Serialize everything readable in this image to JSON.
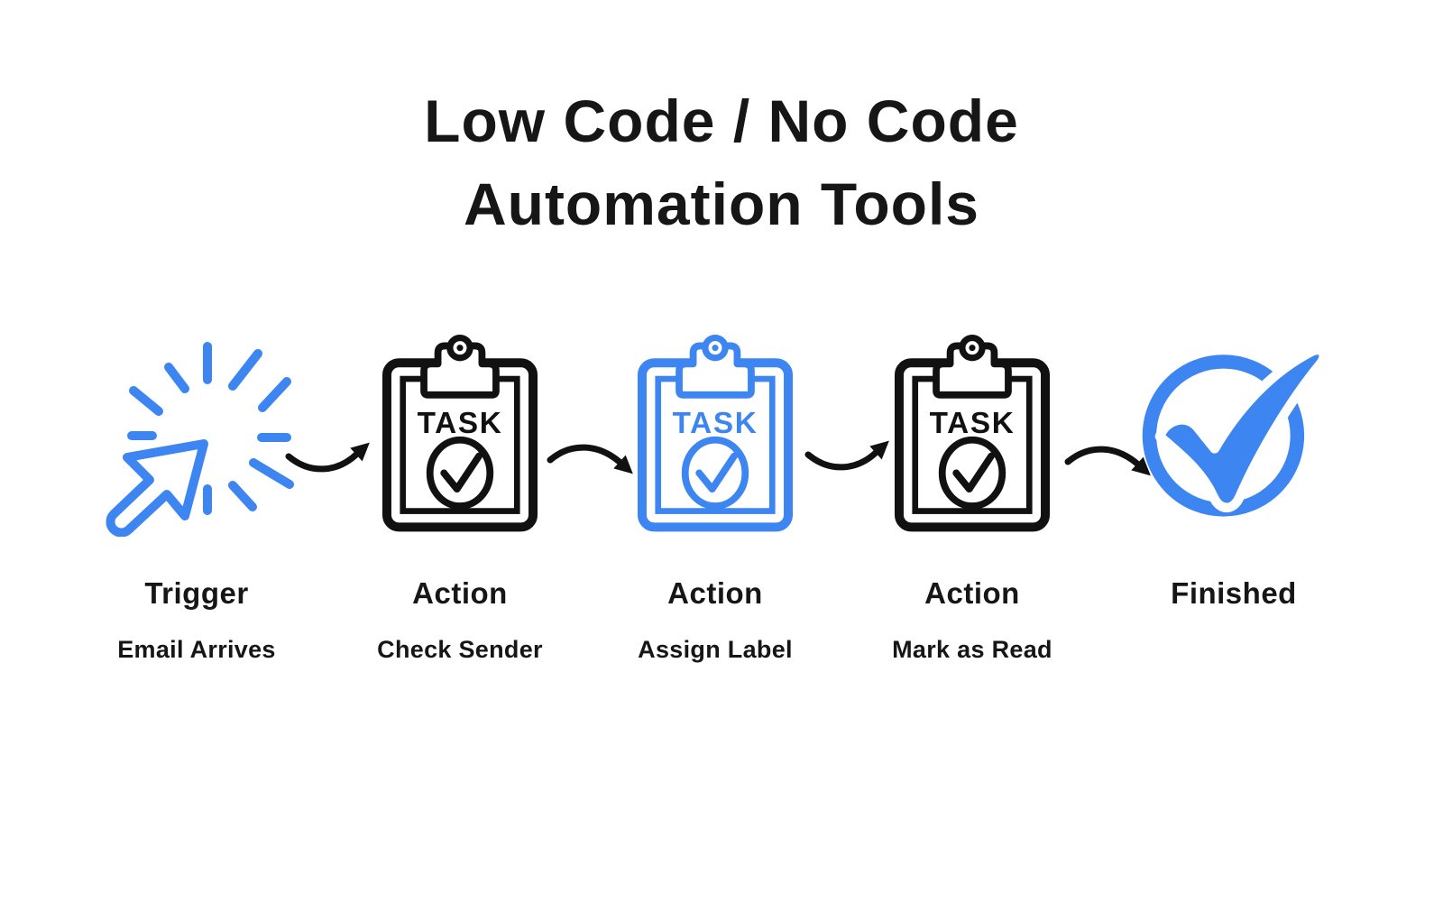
{
  "title": {
    "line1": "Low Code / No Code",
    "line2": "Automation Tools"
  },
  "colors": {
    "accent_blue": "#3d85f1",
    "ink": "#111111",
    "background": "#ffffff"
  },
  "clipboard_text": "TASK",
  "steps": [
    {
      "id": "trigger",
      "label": "Trigger",
      "sublabel": "Email Arrives",
      "icon": "click-cursor-icon",
      "variant": "blue"
    },
    {
      "id": "action-1",
      "label": "Action",
      "sublabel": "Check Sender",
      "icon": "task-clipboard-icon",
      "variant": "black"
    },
    {
      "id": "action-2",
      "label": "Action",
      "sublabel": "Assign Label",
      "icon": "task-clipboard-icon",
      "variant": "blue"
    },
    {
      "id": "action-3",
      "label": "Action",
      "sublabel": "Mark as Read",
      "icon": "task-clipboard-icon",
      "variant": "black"
    },
    {
      "id": "finished",
      "label": "Finished",
      "sublabel": "",
      "icon": "check-circle-icon",
      "variant": "blue"
    }
  ],
  "arrows": [
    {
      "curve": "dip",
      "head": "up-right"
    },
    {
      "curve": "arch",
      "head": "down-right"
    },
    {
      "curve": "dip",
      "head": "up-right"
    },
    {
      "curve": "arch",
      "head": "down-right"
    }
  ]
}
